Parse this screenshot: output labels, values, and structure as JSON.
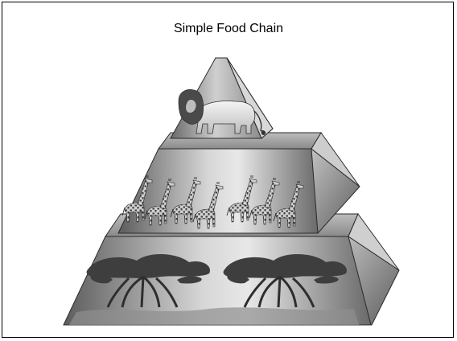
{
  "slide": {
    "title": "Simple Food Chain"
  },
  "pyramid": {
    "levels": [
      {
        "level": 1,
        "content": "lion",
        "count": 1
      },
      {
        "level": 2,
        "content": "giraffes",
        "count": 7
      },
      {
        "level": 3,
        "content": "acacia trees",
        "count": 2
      }
    ]
  },
  "colors": {
    "background": "#ffffff",
    "border": "#000000",
    "face_light": "#e6e6e6",
    "face_dark": "#5a5a5a",
    "silhouette": "#3a3a3a"
  }
}
